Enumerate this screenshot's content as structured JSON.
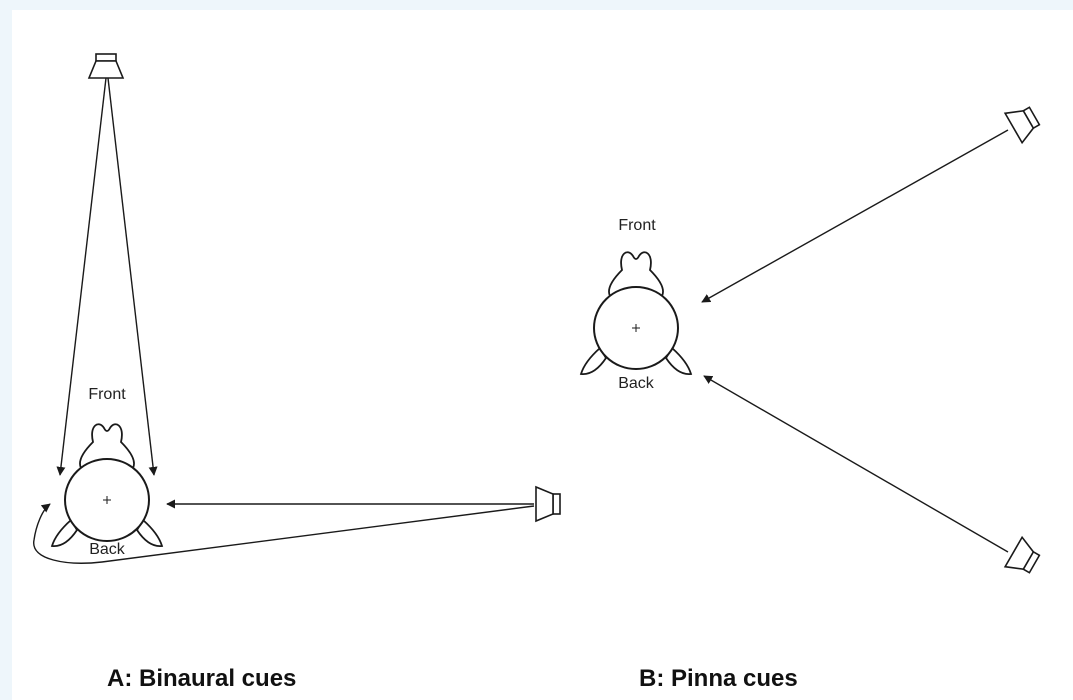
{
  "panel_a": {
    "front_label": "Front",
    "back_label": "Back",
    "caption": "A: Binaural cues"
  },
  "panel_b": {
    "front_label": "Front",
    "back_label": "Back",
    "caption": "B: Pinna cues"
  },
  "colors": {
    "background": "#eef6fb",
    "ink": "#1a1a1a"
  }
}
